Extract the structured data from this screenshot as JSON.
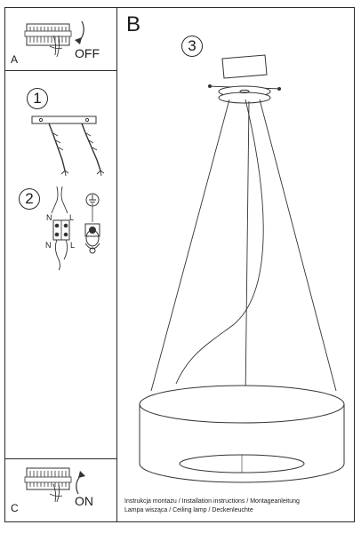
{
  "panel_a": {
    "letter": "A",
    "switch_state": "OFF"
  },
  "panel_b": {
    "letter": "B"
  },
  "panel_c": {
    "letter": "C",
    "switch_state": "ON"
  },
  "steps": {
    "one": "1",
    "two": "2",
    "three": "3"
  },
  "wiring": {
    "neutral": "N",
    "live": "L"
  },
  "footer": {
    "line1": "Instrukcja montażu / Installation instructions / Montageanleitung",
    "line2": "Lampa wisząca / Ceiling lamp / Deckenleuchte"
  }
}
